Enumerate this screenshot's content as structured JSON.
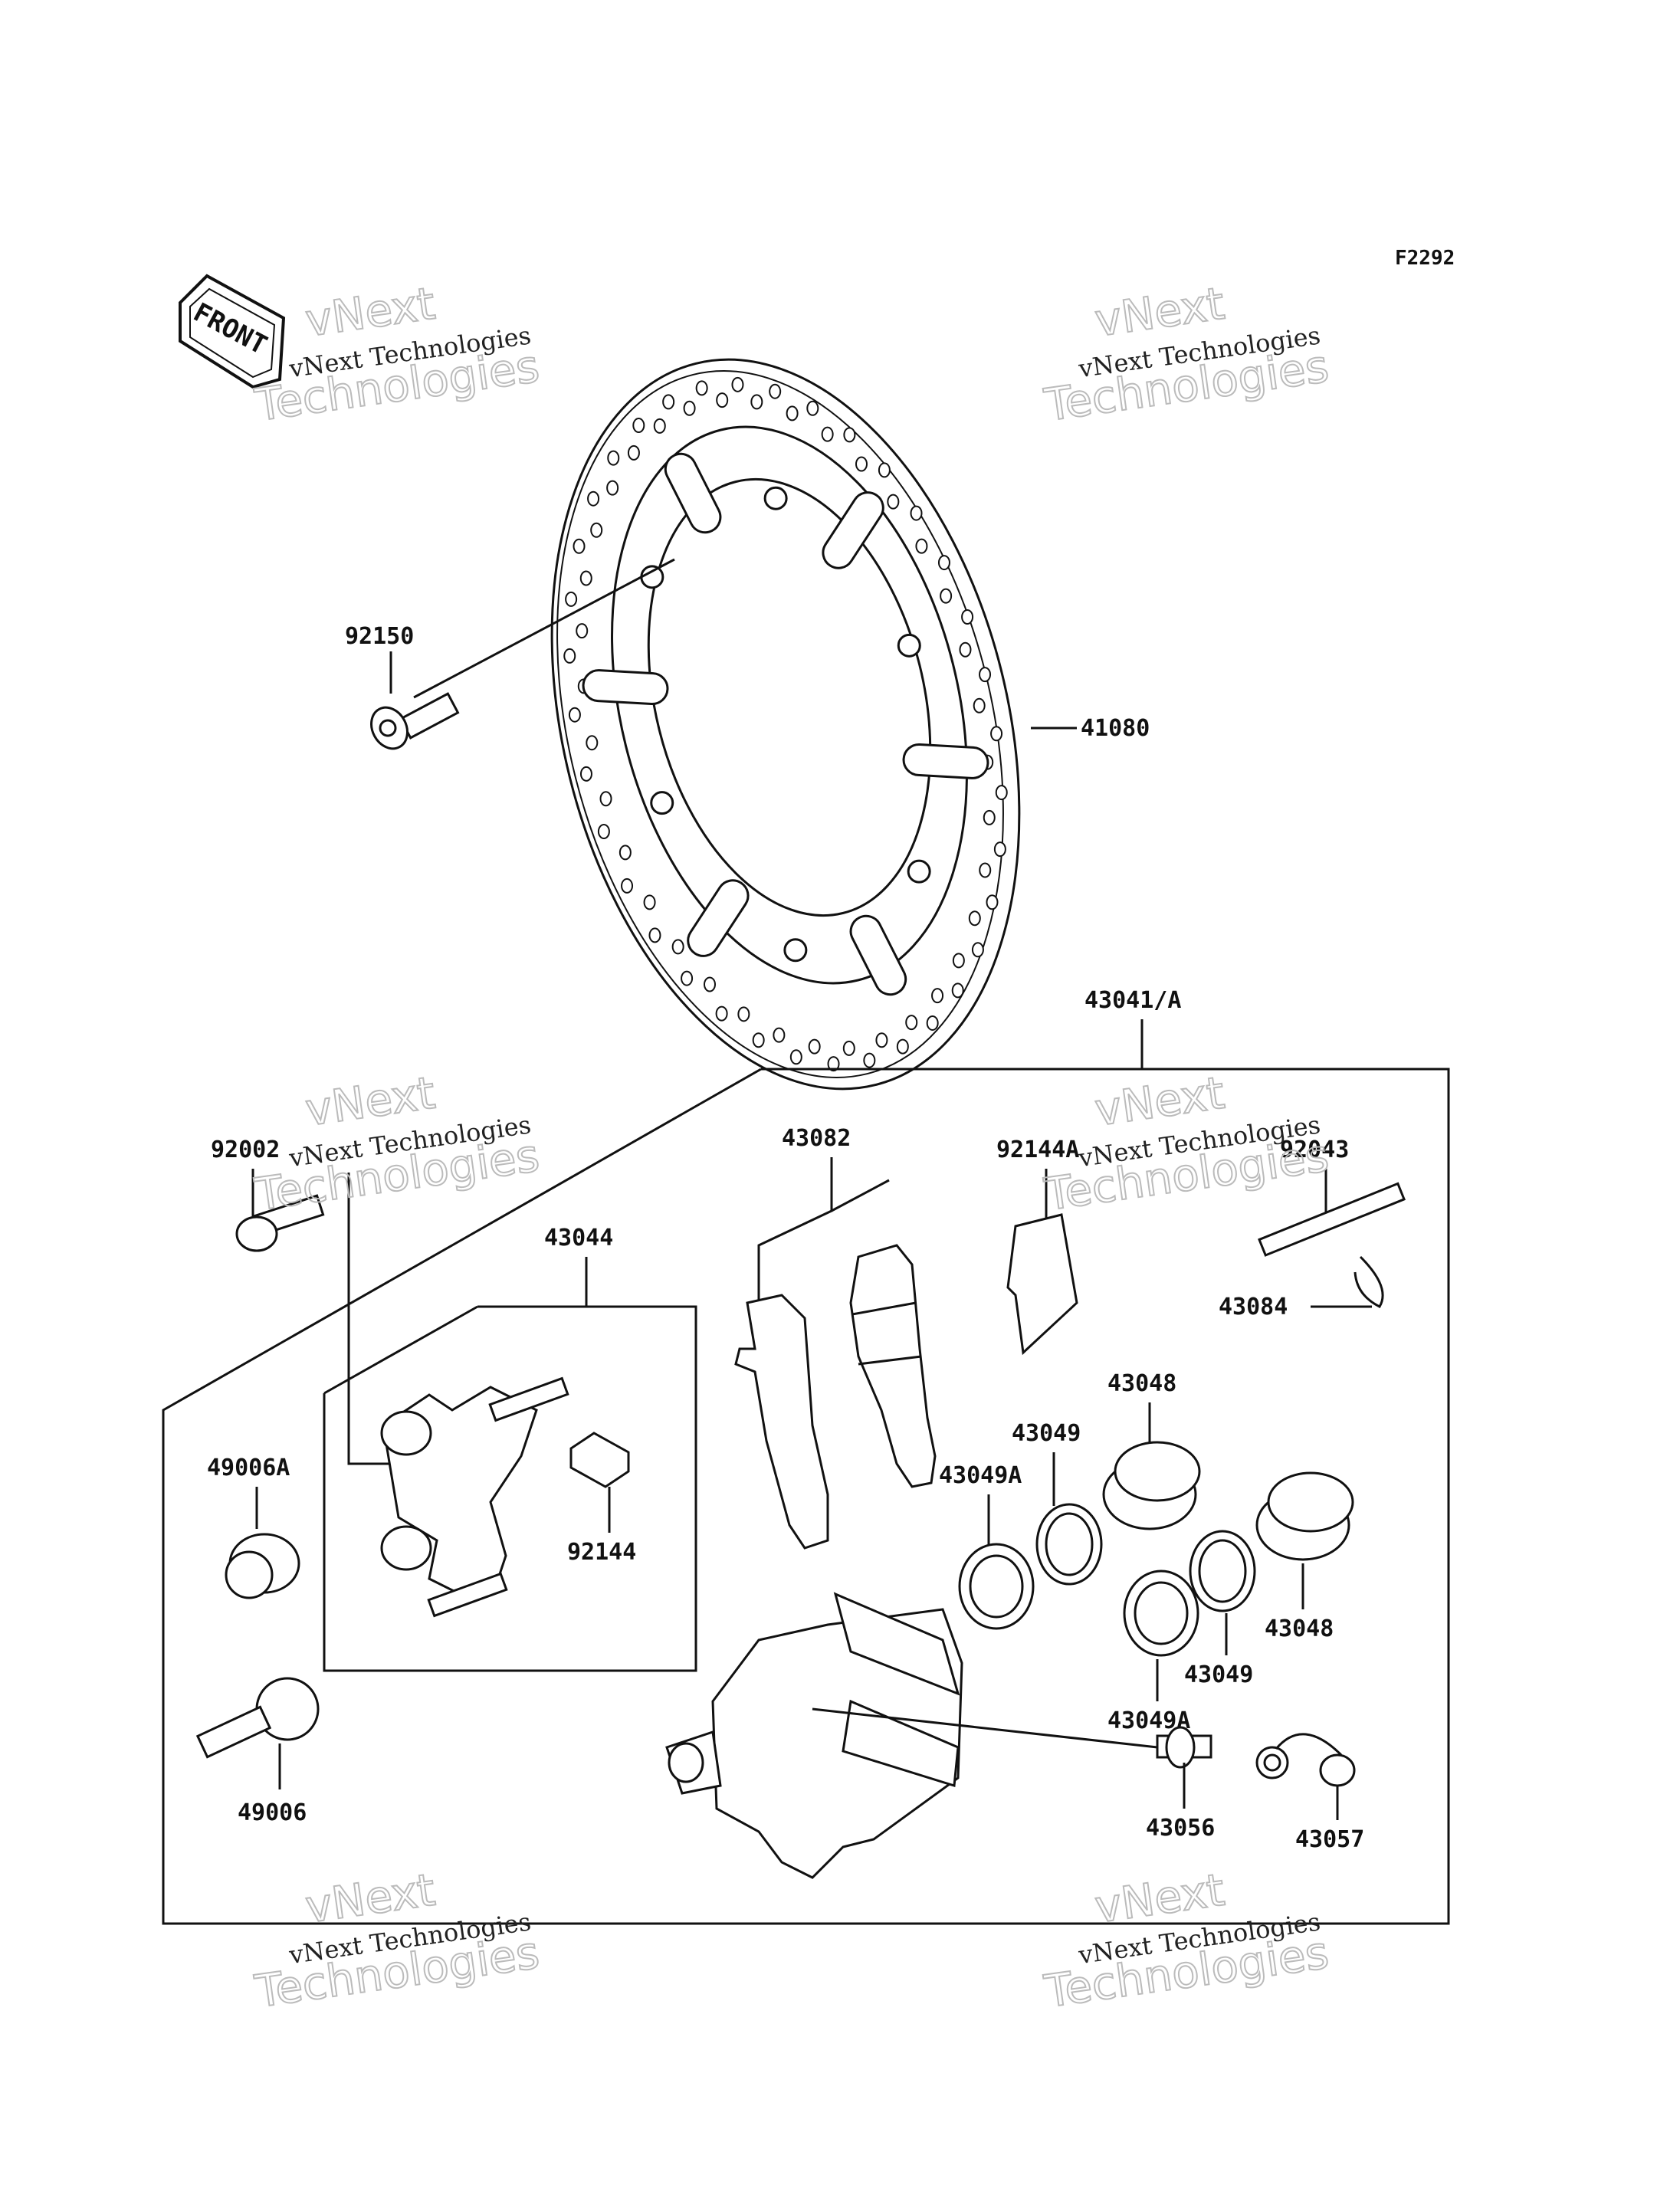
{
  "figure_code": "F2292",
  "front_arrow_text": "FRONT",
  "watermark": {
    "line1": "vNext",
    "line2": "vNext Technologies",
    "line3": "Technologies"
  },
  "parts": {
    "p92150": "92150",
    "p41080": "41080",
    "p43041": "43041/A",
    "p92002": "92002",
    "p43082": "43082",
    "p92144A": "92144A",
    "p92043": "92043",
    "p43044": "43044",
    "p43084": "43084",
    "p43048a": "43048",
    "p43049a": "43049",
    "p43049Aa": "43049A",
    "p49006A": "49006A",
    "p92144": "92144",
    "p43048b": "43048",
    "p43049b": "43049",
    "p43049Ab": "43049A",
    "p49006": "49006",
    "p43056": "43056",
    "p43057": "43057"
  }
}
